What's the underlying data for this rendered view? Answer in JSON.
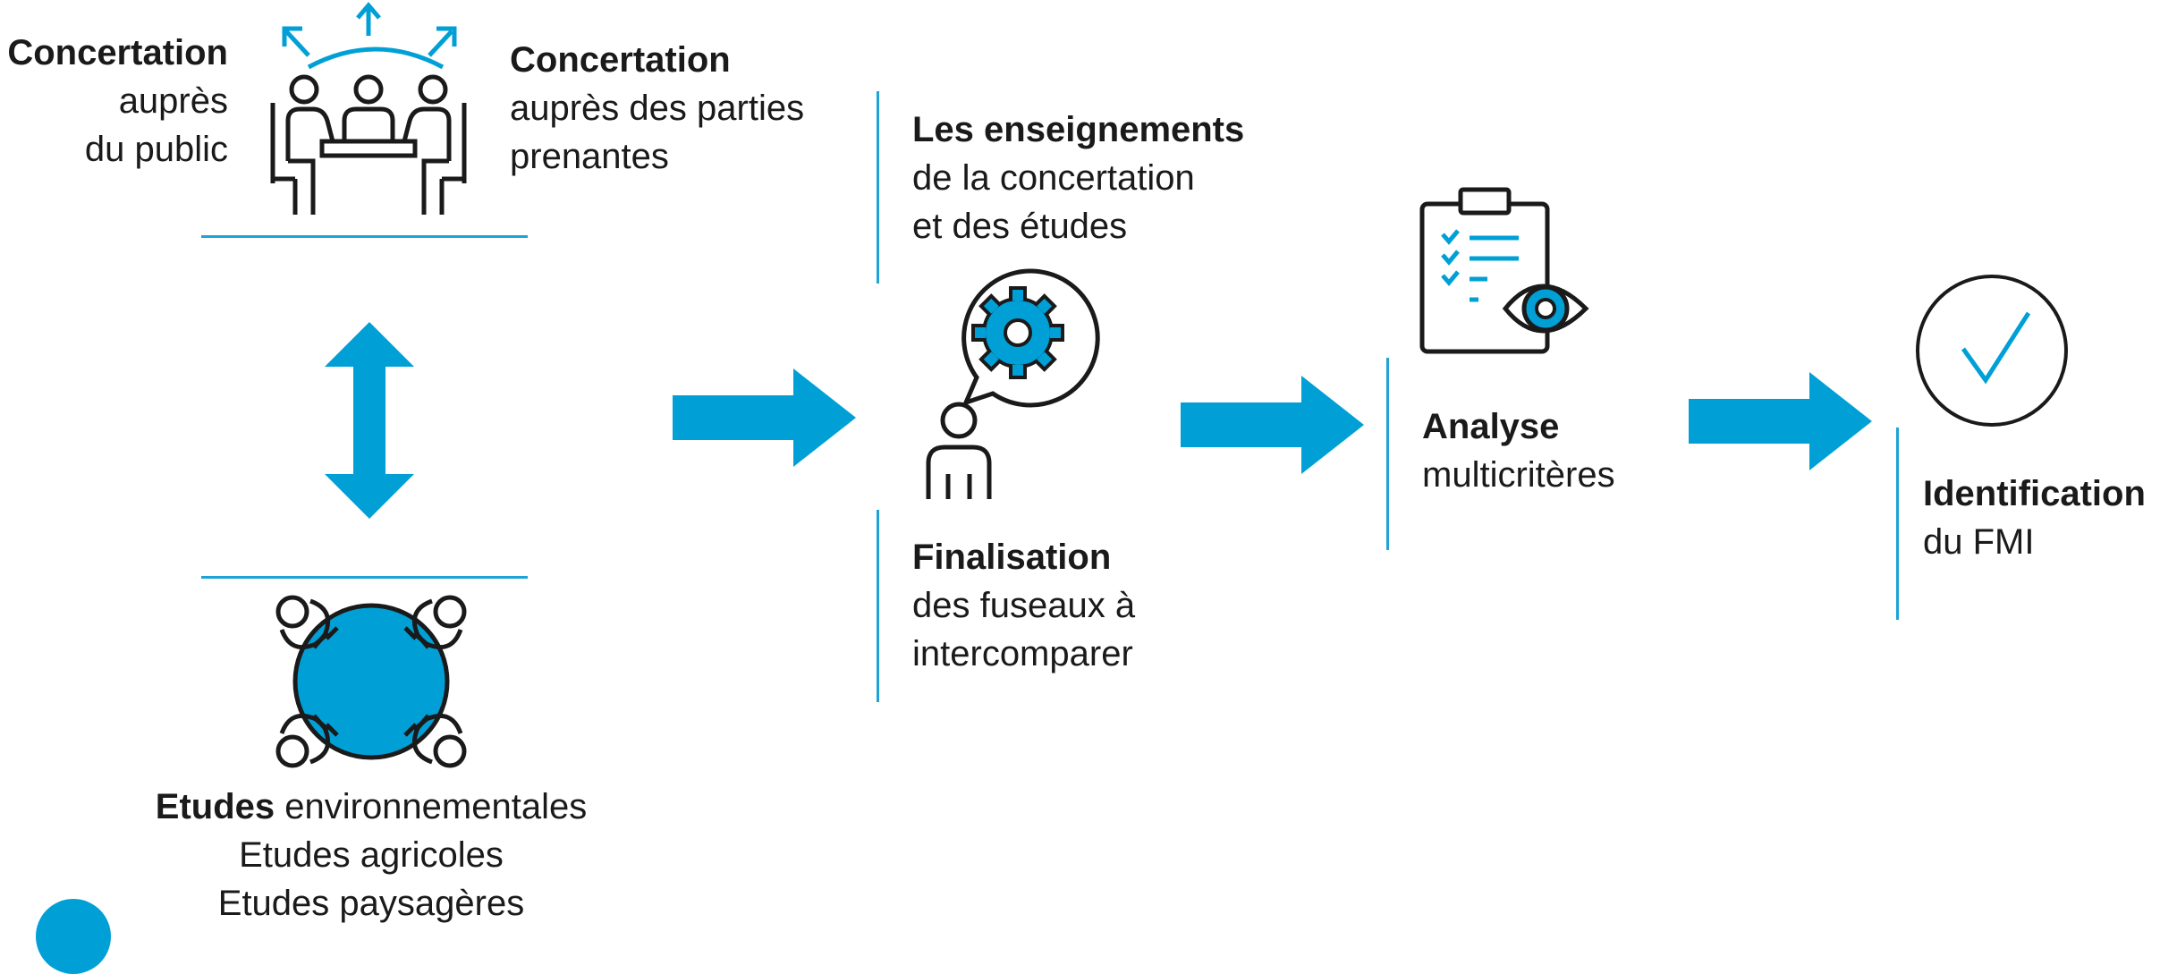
{
  "concertation_public": {
    "title": "Concertation",
    "line1": "auprès",
    "line2": "du public"
  },
  "concertation_parties": {
    "title": "Concertation",
    "line1": "auprès des parties",
    "line2": "prenantes"
  },
  "etudes": {
    "title": "Etudes",
    "line1_rest": " environnementales",
    "line2": "Etudes agricoles",
    "line3": "Etudes paysagères"
  },
  "enseignements": {
    "title": "Les enseignements",
    "line1": "de la concertation",
    "line2": "et des études"
  },
  "finalisation": {
    "title": "Finalisation",
    "line1": "des fuseaux à",
    "line2": "intercomparer"
  },
  "analyse": {
    "title": "Analyse",
    "line1": "multicritères"
  },
  "identification": {
    "title": "Identification",
    "line1": "du FMI"
  },
  "colors": {
    "accent": "#00a0d6",
    "line": "#1ea3d6",
    "text": "#1a1a1a"
  },
  "icons": [
    "meeting-table-icon",
    "round-table-icon",
    "person-thinking-gear-icon",
    "clipboard-checklist-eye-icon",
    "check-circle-icon",
    "double-arrow-vertical-icon",
    "arrow-right-icon"
  ]
}
